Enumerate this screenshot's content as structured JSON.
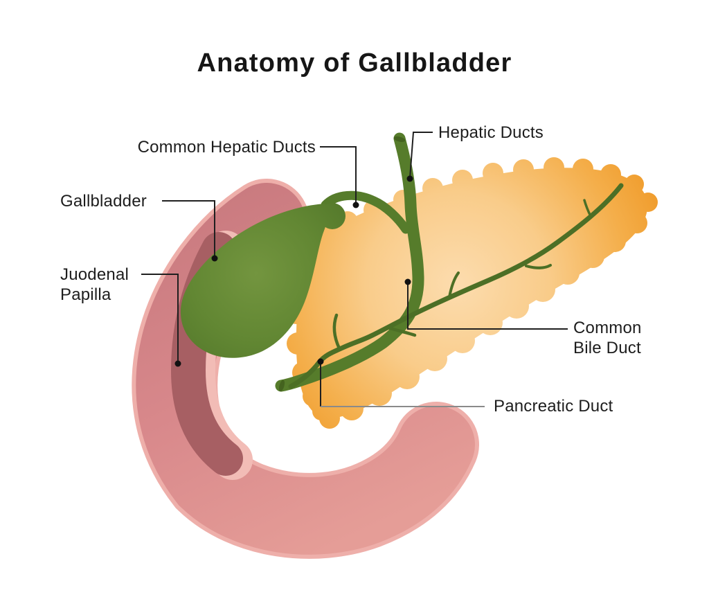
{
  "title": "Anatomy of Gallbladder",
  "labels": {
    "hepatic_ducts": "Hepatic Ducts",
    "common_hepatic_ducts": "Common Hepatic Ducts",
    "gallbladder": "Gallbladder",
    "juodenal_papilla": "Juodenal Papilla",
    "common_bile_duct": "Common Bile Duct",
    "pancreatic_duct": "Pancreatic Duct"
  },
  "colors": {
    "background": "#ffffff",
    "title_text": "#161616",
    "label_text": "#1d1d1d",
    "leader_black": "#1f1f1f",
    "leader_gray": "#8a8a8a",
    "duct_green": "#567c2b",
    "thin_duct_green": "#4c6f26",
    "duct_cut_green": "#44631f",
    "gallbladder_green": "#5d8230",
    "pancreas_orange": "#ef9927",
    "pancreas_light": "#fcdcae",
    "duodenum_pink": "#d8888b",
    "duodenum_rim": "#eeafaa",
    "duodenum_lumen": "#a75f63",
    "duodenum_lumen_rim": "#f2bcb6"
  }
}
